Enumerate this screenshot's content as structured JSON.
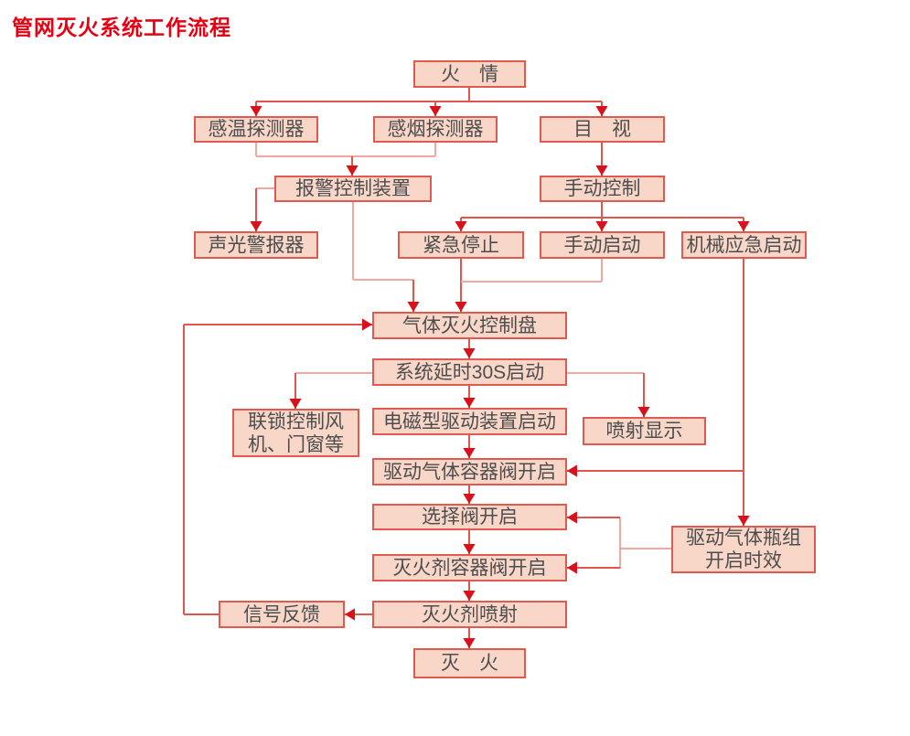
{
  "title": "管网灭火系统工作流程",
  "colors": {
    "title": "#e60012",
    "box_fill": "#f8d7c9",
    "box_border": "#e15a50",
    "box_text": "#4d4d4d",
    "line": "#e0564d",
    "line_light": "#f2a8a0",
    "arrowhead": "#d9111b"
  },
  "nodes": {
    "fire": {
      "label": "火　情"
    },
    "heat_detector": {
      "label": "感温探测器"
    },
    "smoke_detector": {
      "label": "感烟探测器"
    },
    "visual": {
      "label": "目　视"
    },
    "alarm_control": {
      "label": "报警控制装置"
    },
    "manual_control": {
      "label": "手动控制"
    },
    "sound_light_alarm": {
      "label": "声光警报器"
    },
    "emergency_stop": {
      "label": "紧急停止"
    },
    "manual_start": {
      "label": "手动启动"
    },
    "mech_emergency_start": {
      "label": "机械应急启动"
    },
    "gas_panel": {
      "label": "气体灭火控制盘"
    },
    "system_delay": {
      "label": "系统延时30S启动"
    },
    "interlock": {
      "label": "联锁控制风\n机、门窗等"
    },
    "solenoid_drive": {
      "label": "电磁型驱动装置启动"
    },
    "spray_display": {
      "label": "喷射显示"
    },
    "drive_gas_valve": {
      "label": "驱动气体容器阀开启"
    },
    "selector_valve": {
      "label": "选择阀开启"
    },
    "drive_gas_cylinder": {
      "label": "驱动气体瓶组\n开启时效"
    },
    "agent_valve": {
      "label": "灭火剂容器阀开启"
    },
    "signal_feedback": {
      "label": "信号反馈"
    },
    "agent_spray": {
      "label": "灭火剂喷射"
    },
    "extinguish": {
      "label": "灭　火"
    }
  }
}
